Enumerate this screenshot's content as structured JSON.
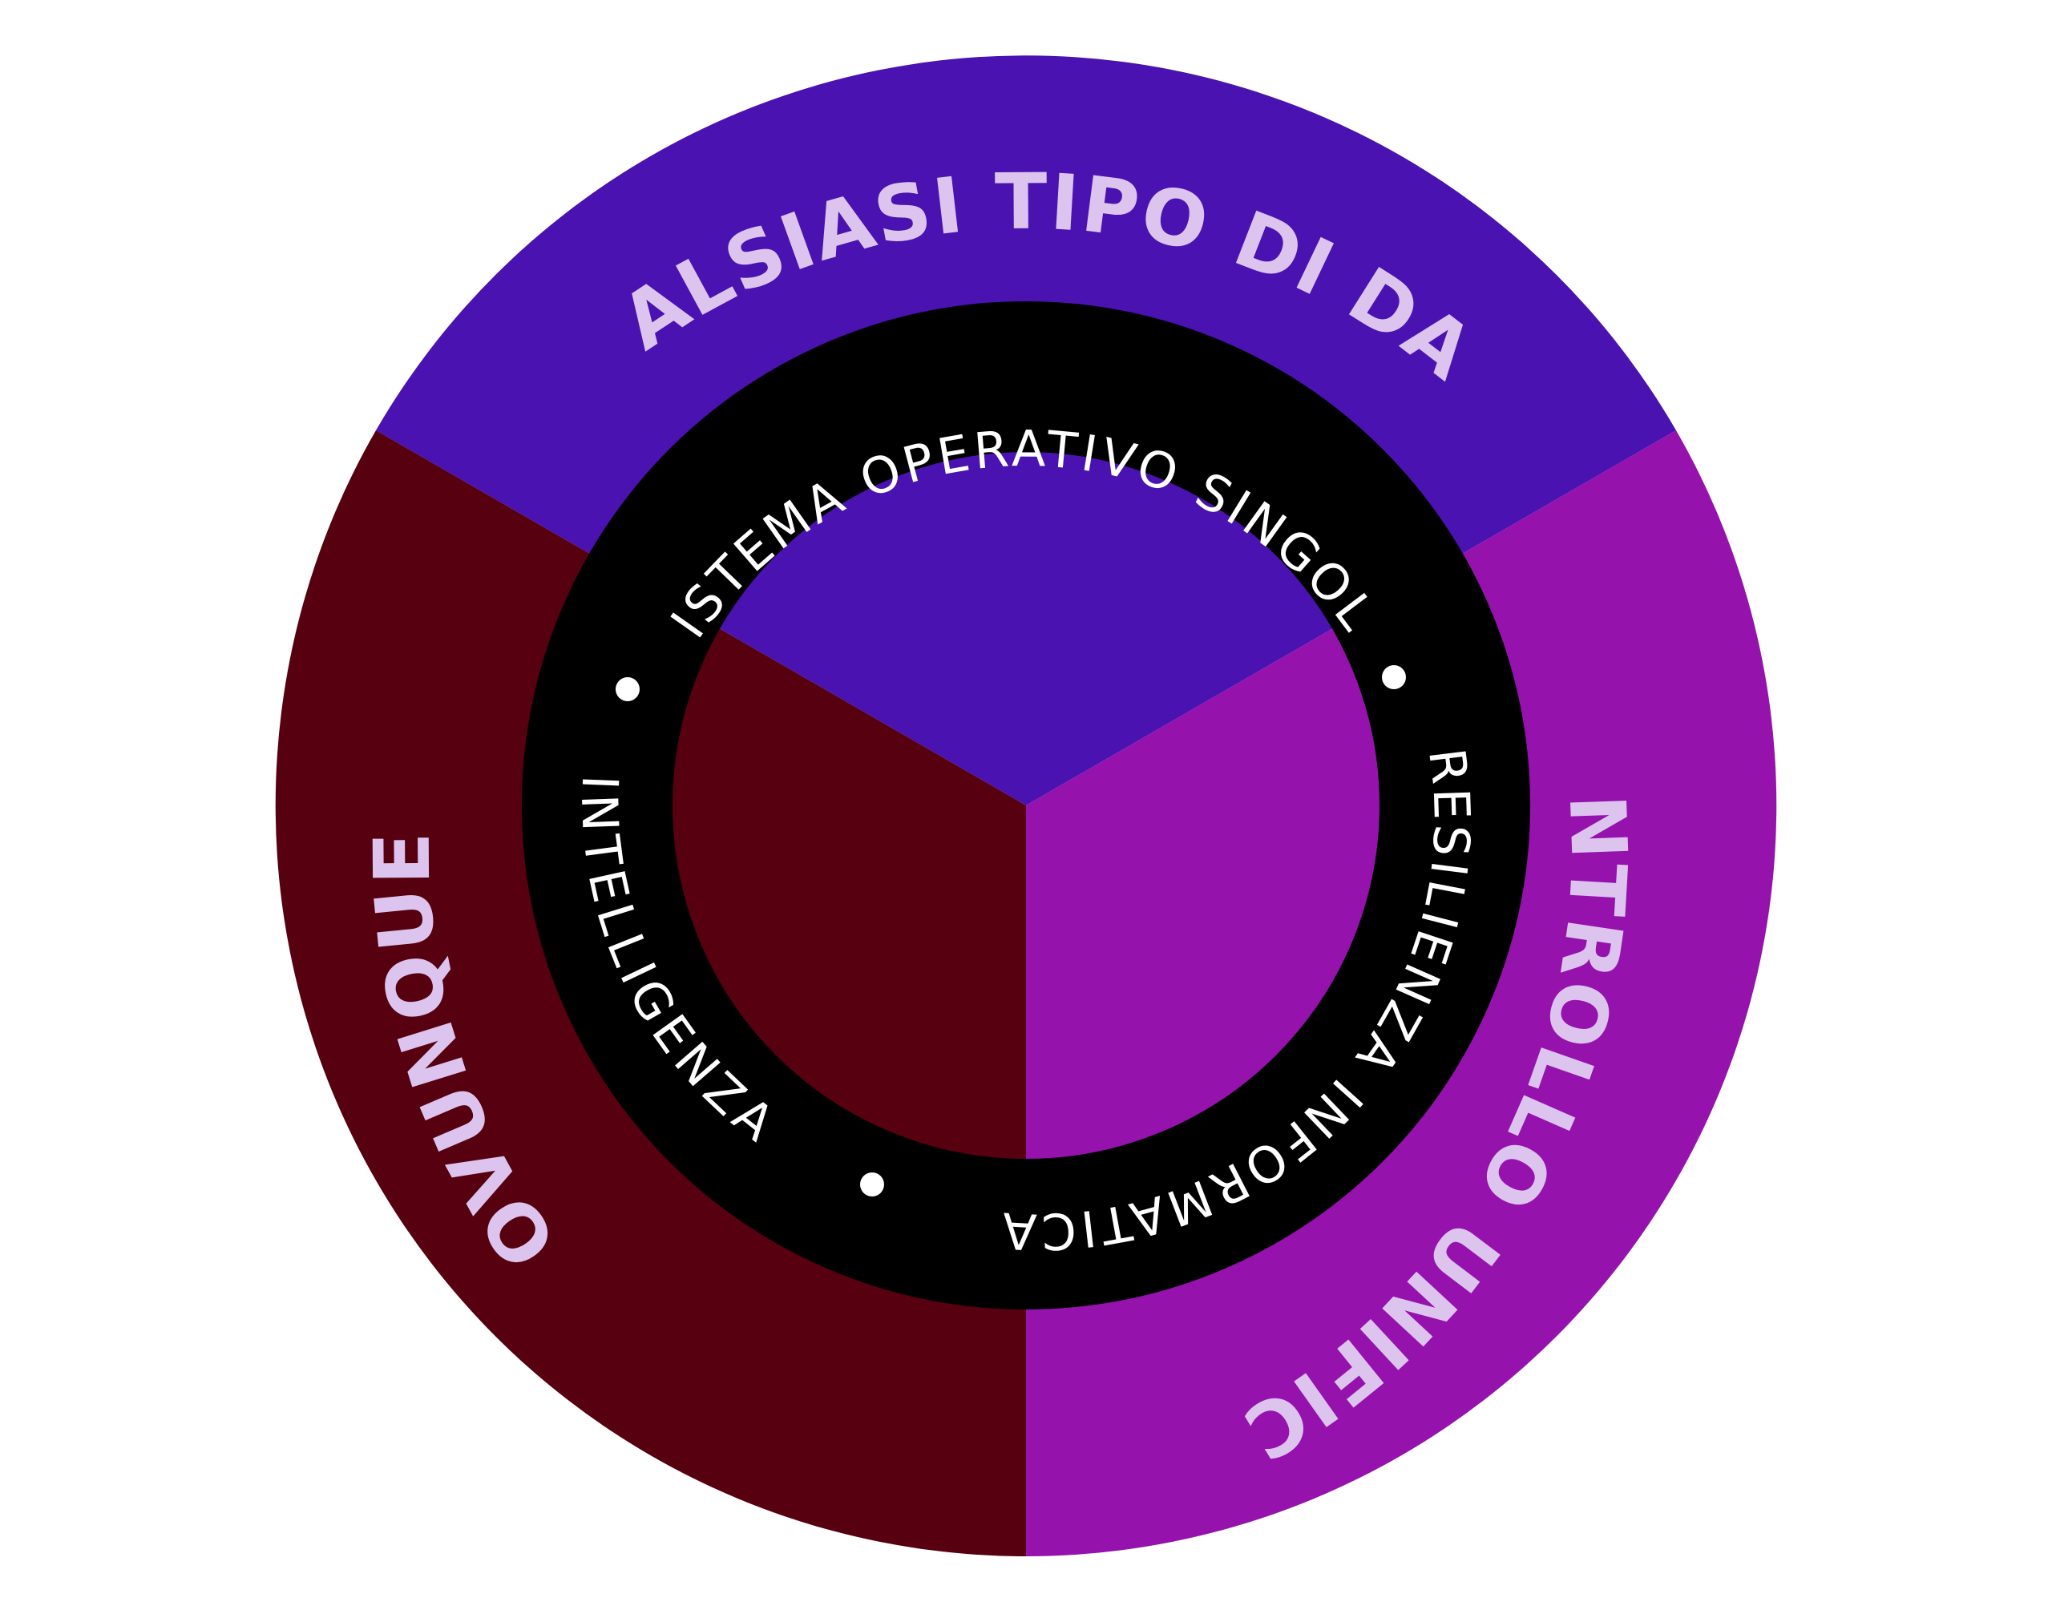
{
  "diagram": {
    "outer_segments": [
      {
        "label": "QUALSIASI TIPO DI DATI",
        "color": "#4a12b0"
      },
      {
        "label": "CONTROLLO UNIFICATO",
        "color": "#9512ad"
      },
      {
        "label": "OVUNQUE",
        "color": "#560010"
      }
    ],
    "outer_label_color": "#dcc4ee",
    "ring": {
      "color": "#000000",
      "text_color": "#ffffff",
      "labels": [
        {
          "label": "SISTEMA OPERATIVO SINGOLO"
        },
        {
          "label": "RESILIENZA INFORMATICA"
        },
        {
          "label": "INTELLIGENZA"
        }
      ]
    }
  }
}
